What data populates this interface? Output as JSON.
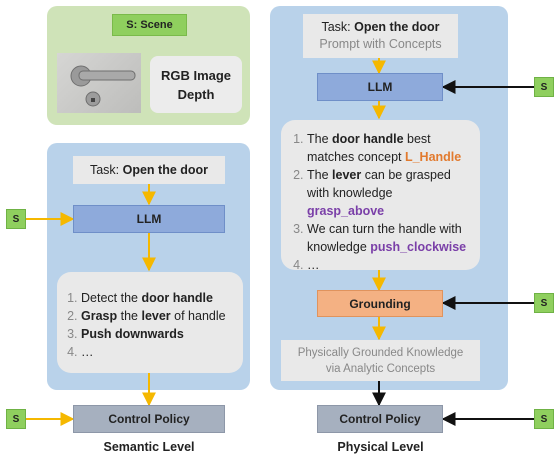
{
  "scene": {
    "tag": "S: Scene",
    "rgb_line1": "RGB Image",
    "rgb_line2": "Depth"
  },
  "semantic": {
    "task_prefix": "Task: ",
    "task_bold": "Open the door",
    "llm": "LLM",
    "steps": [
      {
        "a": "Detect the ",
        "b": "door handle",
        "c": ""
      },
      {
        "a": "",
        "b": "Grasp",
        "c": " the ",
        "d": "lever",
        "e": " of handle"
      },
      {
        "b": "Push downwards"
      },
      {
        "a": "…"
      }
    ],
    "control": "Control Policy",
    "label": "Semantic Level"
  },
  "physical": {
    "task_prefix": "Task: ",
    "task_bold": "Open the door",
    "task_sub": "Prompt with Concepts",
    "llm": "LLM",
    "items": [
      {
        "a": "The ",
        "b": "door handle",
        "c": " best matches concept ",
        "d": "L_Handle"
      },
      {
        "a": "The ",
        "b": "lever",
        "c": " can be grasped with knowledge ",
        "d": "grasp_above"
      },
      {
        "a": "We can turn the handle with knowledge ",
        "d": "push_clockwise"
      },
      {
        "a": "…"
      }
    ],
    "grounding": "Grounding",
    "knowledge_line1": "Physically Grounded Knowledge",
    "knowledge_line2": "via Analytic Concepts",
    "control": "Control Policy",
    "label": "Physical Level"
  },
  "s_label": "S",
  "colors": {
    "green_panel": "#cfe3b8",
    "blue_panel": "#b9d2ea",
    "s_green": "#8fcf5e",
    "llm_blue": "#8eaadb",
    "grounding_orange": "#f4b183",
    "control_gray": "#a6b0bf",
    "arrow_yellow": "#f5b800",
    "concept_orange": "#e27a2e",
    "knowledge_purple": "#7a3fa8"
  }
}
